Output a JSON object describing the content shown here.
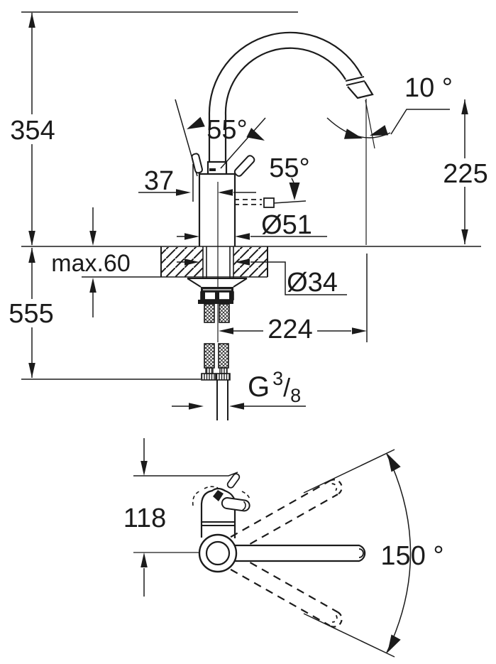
{
  "page": {
    "background": "#ffffff",
    "ink": "#1b1b1b"
  },
  "drawing": {
    "type": "technical-dimension-drawing",
    "subject": "single-lever kitchen faucet with high C-spout",
    "units": "mm",
    "side_view": {
      "name": "side-elevation",
      "dims": {
        "overall_height": "354",
        "below_counter_depth": "555",
        "counter_thickness": "max.60",
        "handle_offset": "37",
        "handle_angle_open": "55°",
        "handle_angle_side": "55°",
        "body_diameter": "Ø51",
        "outlet_angle": "10 °",
        "outlet_height": "225",
        "hole_diameter": "Ø34",
        "spout_reach": "224",
        "thread_prefix": "G",
        "thread_sup": "3",
        "thread_slash": "/",
        "thread_sub": "8"
      }
    },
    "top_view": {
      "name": "plan-view",
      "dims": {
        "handle_reach": "118",
        "swivel_angle": "150 °"
      }
    }
  }
}
